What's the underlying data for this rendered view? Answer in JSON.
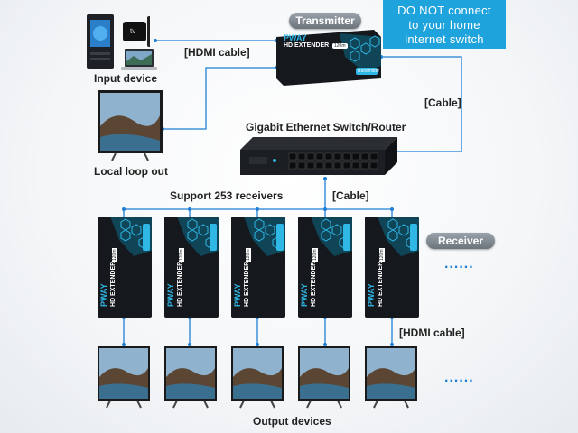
{
  "warning": {
    "line1": "DO NOT connect",
    "line2": "to your home",
    "line3": "internet switch"
  },
  "transmitter": {
    "title": "Transmitter",
    "brand": "PWAY",
    "model": "HD EXTENDER",
    "tag": "120m",
    "badge": "Transmitter"
  },
  "receiver": {
    "title": "Receiver",
    "brand": "PWAY",
    "model": "HD EXTENDER",
    "tag": "120m",
    "badge": "Receiver"
  },
  "labels": {
    "input_device": "Input device",
    "hdmi_cable_top": "[HDMI cable]",
    "local_loop_out": "Local loop out",
    "cable_right": "[Cable]",
    "switch_title": "Gigabit Ethernet Switch/Router",
    "support": "Support 253 receivers",
    "cable_mid": "[Cable]",
    "hdmi_cable_bottom": "[HDMI cable]",
    "output_devices": "Output devices",
    "more_dots": "......",
    "apple_tv": "tv"
  },
  "colors": {
    "cable": "#1f7fd6",
    "warning_bg": "#1fa3dc",
    "device_body": "#15191d",
    "accent": "#2fb7e6"
  }
}
